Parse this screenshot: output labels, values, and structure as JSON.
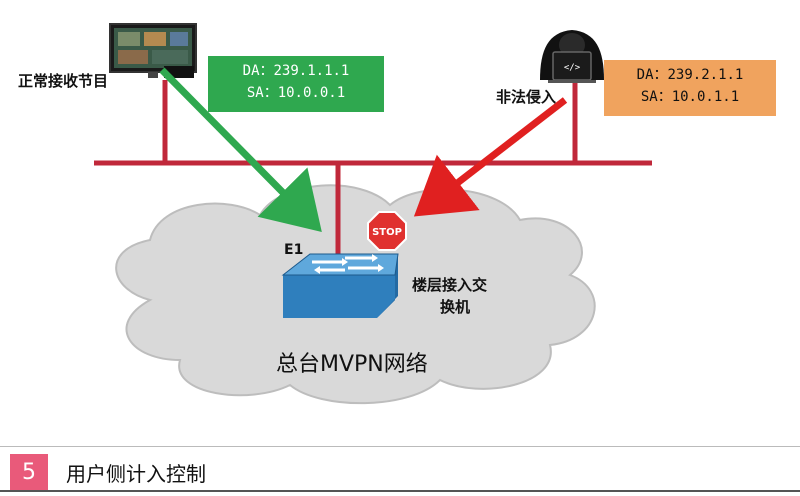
{
  "receiver": {
    "label": "正常接收节目"
  },
  "attacker": {
    "label": "非法侵入"
  },
  "legit_packet": {
    "da": "DA：239.1.1.1",
    "sa": "SA：10.0.0.1",
    "color": "#2fa84f"
  },
  "attack_packet": {
    "da": "DA：239.2.1.1",
    "sa": "SA：10.0.1.1",
    "color": "#f0a35e"
  },
  "stop_sign": {
    "text": "STOP",
    "color": "#e0312f"
  },
  "port_label": "E1",
  "switch_label": {
    "line1": "楼层接入交",
    "line2": "换机"
  },
  "cloud_label": "总台MVPN网络",
  "caption": {
    "number": "5",
    "text": "用户侧计入控制"
  },
  "colors": {
    "bus": "#c0283a",
    "legit_arrow": "#2fa84f",
    "attack_arrow": "#e02020",
    "cloud": "#d8d8d8",
    "switch": "#3b8bc6"
  }
}
